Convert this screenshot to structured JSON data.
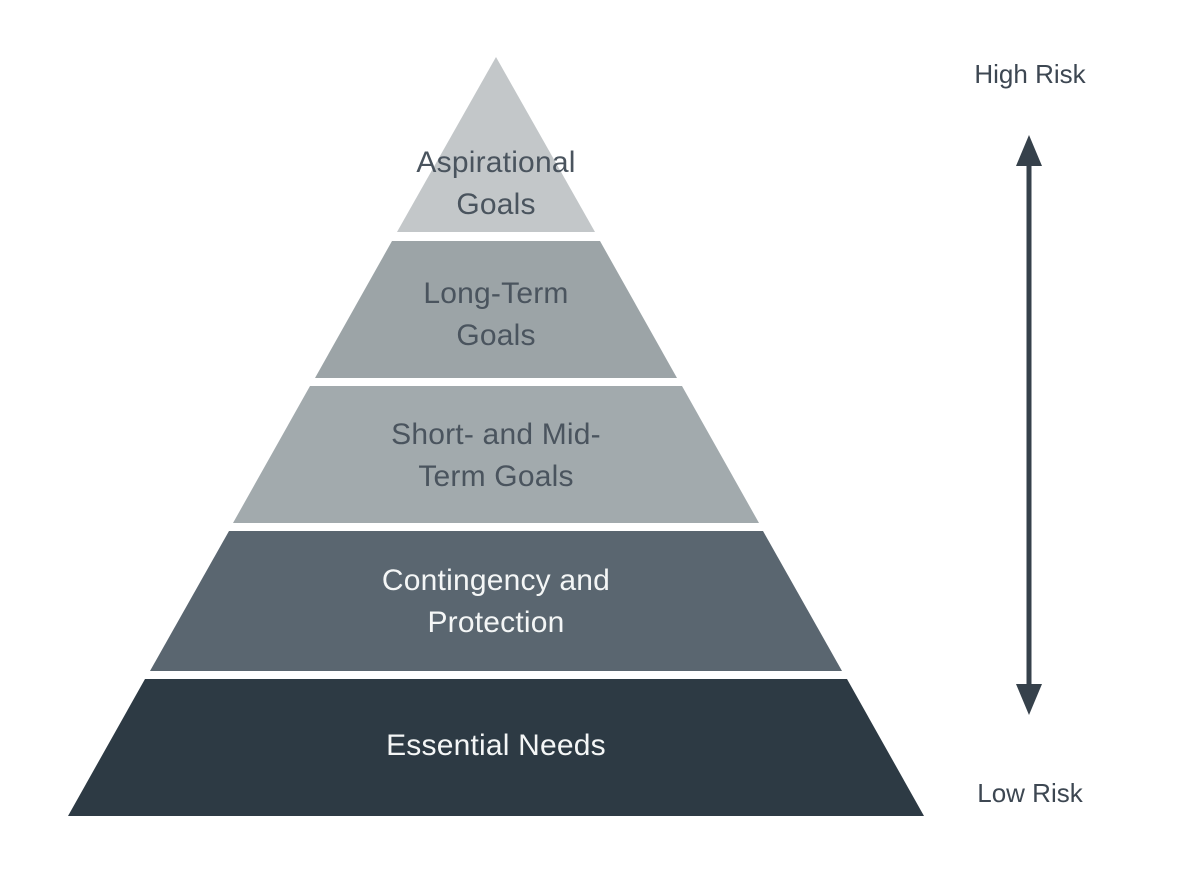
{
  "diagram": {
    "type": "pyramid-hierarchy",
    "background_color": "#ffffff",
    "pyramid": {
      "levels": [
        {
          "label": "Aspirational Goals",
          "line1": "Aspirational",
          "line2": "Goals",
          "fill": "#c3c7c9",
          "text_color": "#4a545e"
        },
        {
          "label": "Long-Term Goals",
          "line1": "Long-Term",
          "line2": "Goals",
          "fill": "#9ca4a7",
          "text_color": "#4a545e"
        },
        {
          "label": "Short- and Mid-Term Goals",
          "line1": "Short- and Mid-",
          "line2": "Term Goals",
          "fill": "#a2aaad",
          "text_color": "#4a545e"
        },
        {
          "label": "Contingency and Protection",
          "line1": "Contingency and",
          "line2": "Protection",
          "fill": "#5a6670",
          "text_color": "#f4f6f6"
        },
        {
          "label": "Essential Needs",
          "line1": "Essential Needs",
          "fill": "#2d3a44",
          "text_color": "#f4f6f6"
        }
      ]
    },
    "risk_axis": {
      "high_label": "High Risk",
      "low_label": "Low Risk",
      "arrow_color": "#36414b",
      "label_color": "#3d4752"
    }
  }
}
